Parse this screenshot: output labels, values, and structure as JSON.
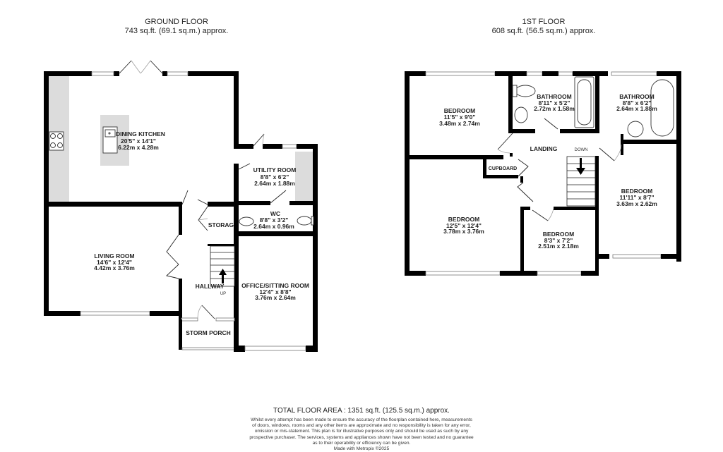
{
  "ground_floor": {
    "title": "GROUND FLOOR",
    "area": "743 sq.ft. (69.1 sq.m.) approx.",
    "rooms": [
      {
        "name": "DINING KITCHEN",
        "imperial": "20'5\"  x 14'1\"",
        "metric": "6.22m  x 4.28m"
      },
      {
        "name": "UTILITY ROOM",
        "imperial": "8'8\"  x 6'2\"",
        "metric": "2.64m  x 1.88m"
      },
      {
        "name": "WC",
        "imperial": "8'8\"  x 3'2\"",
        "metric": "2.64m  x 0.96m"
      },
      {
        "name": "LIVING ROOM",
        "imperial": "14'6\"  x 12'4\"",
        "metric": "4.42m  x 3.76m"
      },
      {
        "name": "OFFICE/SITTING ROOM",
        "imperial": "12'4\"  x 8'8\"",
        "metric": "3.76m  x 2.64m"
      },
      {
        "name": "STORAG"
      },
      {
        "name": "HALLWAY"
      },
      {
        "name": "STORM PORCH"
      }
    ],
    "stair_label": "UP"
  },
  "first_floor": {
    "title": "1ST FLOOR",
    "area": "608 sq.ft. (56.5 sq.m.) approx.",
    "rooms": [
      {
        "name": "BEDROOM",
        "imperial": "11'5\"  x 9'0\"",
        "metric": "3.48m  x 2.74m"
      },
      {
        "name": "BATHROOM",
        "imperial": "8'11\"  x 5'2\"",
        "metric": "2.72m  x 1.58m"
      },
      {
        "name": "BATHROOM",
        "imperial": "8'8\"  x 6'2\"",
        "metric": "2.64m  x 1.88m"
      },
      {
        "name": "BEDROOM",
        "imperial": "12'5\"  x 12'4\"",
        "metric": "3.78m  x 3.76m"
      },
      {
        "name": "BEDROOM",
        "imperial": "8'3\"  x 7'2\"",
        "metric": "2.51m  x 2.18m"
      },
      {
        "name": "BEDROOM",
        "imperial": "11'11\"  x 8'7\"",
        "metric": "3.63m  x 2.62m"
      },
      {
        "name": "LANDING"
      },
      {
        "name": "CUPBOARD"
      }
    ],
    "stair_label": "DOWN"
  },
  "footer": {
    "total": "TOTAL FLOOR AREA : 1351 sq.ft. (125.5 sq.m.) approx.",
    "disclaimer_lines": [
      "Whilst every attempt has been made to ensure the accuracy of the floorplan contained here, measurements",
      "of doors, windows, rooms and any other items are approximate and no responsibility is taken for any error,",
      "omission or mis-statement. This plan is for illustrative purposes only and should be used as such by any",
      "prospective purchaser. The services, systems and appliances shown have not been tested and no guarantee",
      "as to their operability or efficiency can be given."
    ],
    "made_with": "Made with Metropix ©2025"
  },
  "colors": {
    "wall": "#000000",
    "fitted_unit": "#dcdcdc",
    "background": "#ffffff"
  }
}
